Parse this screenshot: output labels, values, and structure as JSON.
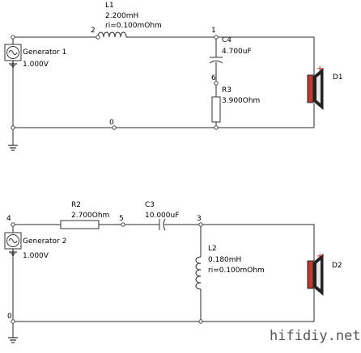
{
  "circuit1": {
    "generator": {
      "name": "Generator 1",
      "value": "1.000V"
    },
    "inductor": {
      "name": "L1",
      "value": "2.200mH",
      "ri": "ri=0.100mOhm"
    },
    "capacitor": {
      "name": "C4",
      "value": "4.700uF"
    },
    "resistor": {
      "name": "R3",
      "value": "3.900Ohm"
    },
    "speaker": {
      "name": "D1",
      "polarity": "+"
    },
    "nodes": {
      "n2": "2",
      "n1": "1",
      "n6": "6",
      "n0": "0"
    }
  },
  "circuit2": {
    "generator": {
      "name": "Generator 2",
      "value": "1.000V"
    },
    "resistor": {
      "name": "R2",
      "value": "2.700Ohm"
    },
    "capacitor": {
      "name": "C3",
      "value": "10.000uF"
    },
    "inductor": {
      "name": "L2",
      "value": "0.180mH",
      "ri": "ri=0.100mOhm"
    },
    "speaker": {
      "name": "D2",
      "polarity": "+"
    },
    "nodes": {
      "n4": "4",
      "n5": "5",
      "n3": "3",
      "n0": "0"
    }
  },
  "watermark": "hifidiy.net"
}
